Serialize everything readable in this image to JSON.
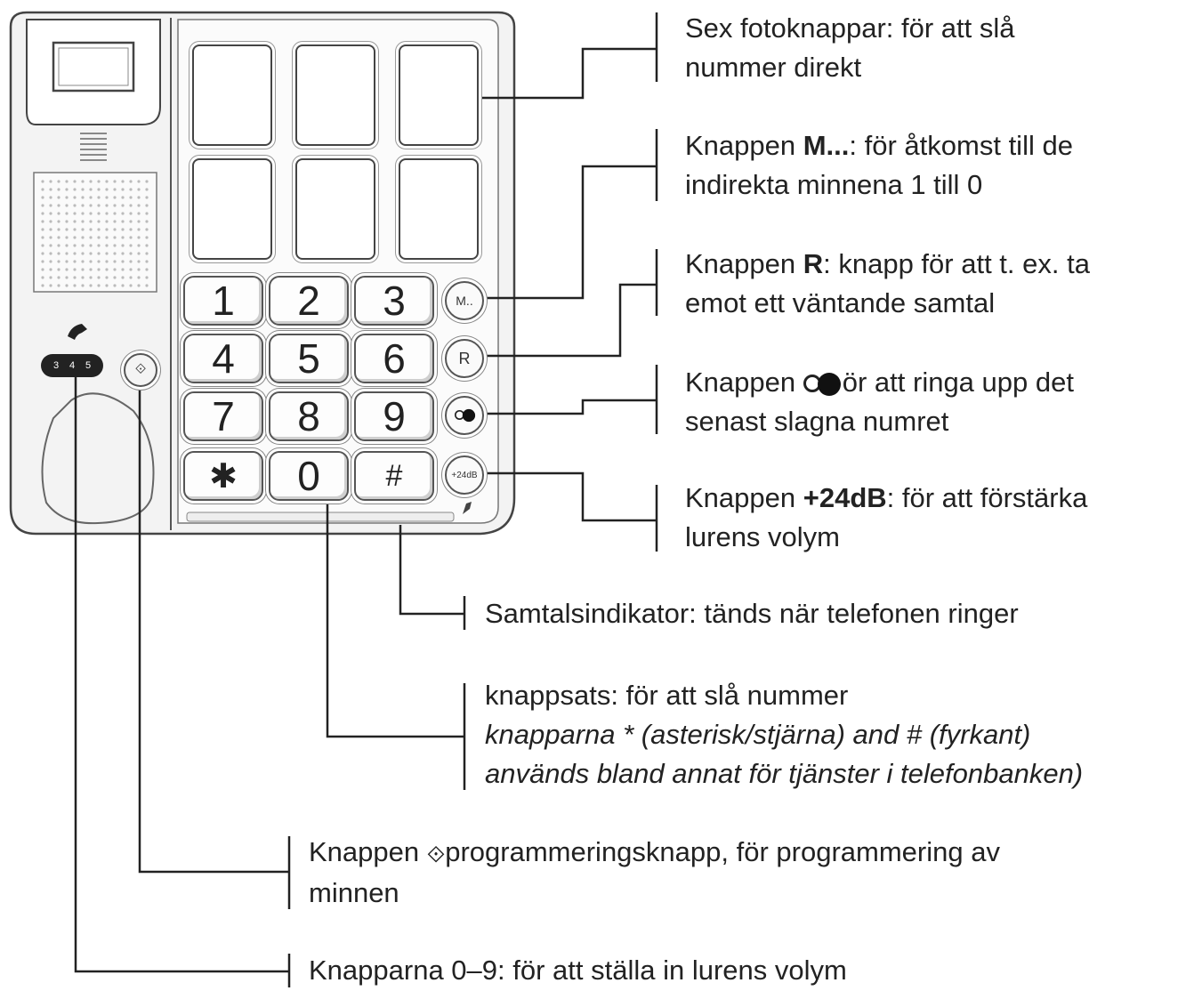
{
  "phone": {
    "keypad": [
      {
        "label": "1"
      },
      {
        "label": "2"
      },
      {
        "label": "3"
      },
      {
        "label": "4"
      },
      {
        "label": "5"
      },
      {
        "label": "6"
      },
      {
        "label": "7"
      },
      {
        "label": "8"
      },
      {
        "label": "9"
      },
      {
        "label": "✱"
      },
      {
        "label": "0"
      },
      {
        "label": "#"
      }
    ],
    "side_buttons": {
      "memory": "M..",
      "recall": "R",
      "boost": "+24dB"
    },
    "volume_levels": [
      "3",
      "4",
      "5"
    ],
    "program_icon": "diamond-arrow-icon",
    "handset_icon": "handset-icon"
  },
  "callouts": {
    "photo_buttons": {
      "line1": "Sex fotoknappar: för att slå",
      "line2": "nummer direkt"
    },
    "memory_button": {
      "prefix": "Knappen ",
      "bold": "M...",
      "line1_rest": ": för åtkomst till de",
      "line2": "indirekta minnena 1 till 0"
    },
    "r_button": {
      "prefix": "Knappen ",
      "bold": "R",
      "line1_rest": ": knapp för att t. ex. ta",
      "line2": "emot ett väntande samtal"
    },
    "redial_button": {
      "prefix": "Knappen ",
      "line1_rest": "ör att ringa upp det",
      "line2": "senast slagna numret"
    },
    "boost_button": {
      "prefix": "Knappen ",
      "bold": "+24dB",
      "line1_rest": ": för att förstärka",
      "line2": "lurens volym"
    },
    "call_indicator": {
      "line1": "Samtalsindikator: tänds när telefonen ringer"
    },
    "keypad": {
      "line1": "knappsats: för att slå nummer",
      "line2": "knapparna * (asterisk/stjärna) and # (fyrkant)",
      "line3": "används bland annat för tjänster i telefonbanken)"
    },
    "program_button": {
      "prefix": "Knappen ",
      "line1_rest": "programmeringsknapp, för programmering av",
      "line2": "minnen"
    },
    "volume_keys": {
      "line1": "Knapparna 0–9: för att ställa in lurens volym"
    }
  }
}
